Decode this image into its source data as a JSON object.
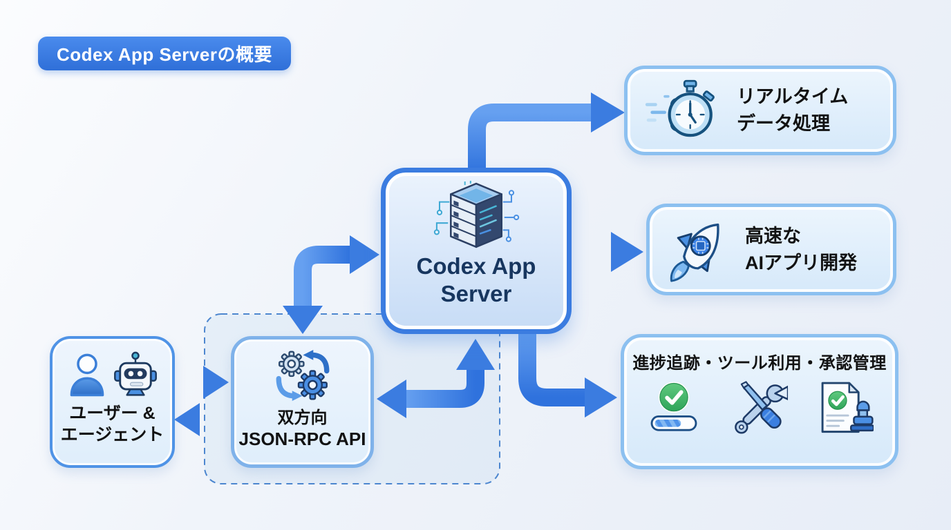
{
  "title": "Codex App Serverの概要",
  "colors": {
    "accent_blue": "#3b7ce0",
    "light_border": "#8cc0f0",
    "arrow_blue": "#4285ea",
    "dashed_border": "#4c86cf",
    "server_text": "#17365f",
    "check_green": "#3aad5f",
    "background": "#eef3fa"
  },
  "nodes": {
    "server": {
      "line1": "Codex App",
      "line2": "Server"
    },
    "realtime": {
      "line1": "リアルタイム",
      "line2": "データ処理"
    },
    "fastdev": {
      "line1": "高速な",
      "line2": "AIアプリ開発"
    },
    "tracking": {
      "title": "進捗追跡・ツール利用・承認管理"
    },
    "user": {
      "line1": "ユーザー &",
      "line2": "エージェント"
    },
    "jsonrpc": {
      "line1": "双方向",
      "line2": "JSON-RPC API"
    }
  },
  "icons": {
    "server": "server-rack-icon",
    "realtime": "stopwatch-icon",
    "fastdev": "rocket-chip-icon",
    "tracking": [
      "progress-check-icon",
      "tools-icon",
      "approval-stamp-icon"
    ],
    "user": [
      "person-icon",
      "robot-icon"
    ],
    "jsonrpc": "gears-sync-icon"
  },
  "edges": [
    {
      "from": "server",
      "to": "realtime",
      "direction": "one-way"
    },
    {
      "from": "server",
      "to": "fastdev",
      "direction": "one-way"
    },
    {
      "from": "server",
      "to": "tracking",
      "direction": "one-way"
    },
    {
      "from": "server",
      "to": "jsonrpc",
      "direction": "two-way"
    },
    {
      "from": "user",
      "to": "jsonrpc",
      "direction": "two-way"
    }
  ]
}
